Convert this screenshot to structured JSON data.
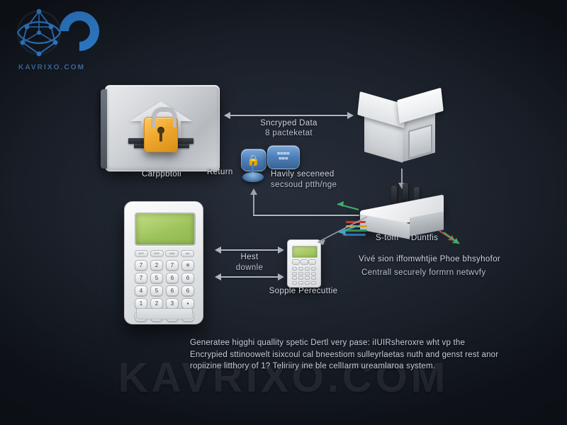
{
  "brand": {
    "name": "KAVRIXO.COM",
    "logo_icon": "network-globe-ring-icon",
    "accent_color": "#2f7fd0",
    "text_color": "#3f6ea8"
  },
  "watermark": {
    "text": "KAVRIXO.COM"
  },
  "background": {
    "color": "#1a2029"
  },
  "nodes": {
    "secured_panel": {
      "label": "Carppbtoli",
      "icons": [
        "house-icon",
        "padlock-icon"
      ],
      "lock_color": "#f0a82e"
    },
    "house": {
      "label": "",
      "icon": "house-3d-icon"
    },
    "router": {
      "label_left": "S-tom",
      "label_right": "Duntfis",
      "icon": "wireless-router-icon",
      "antenna_count": 3
    },
    "keypad_large": {
      "icon": "alarm-keypad-icon",
      "screen_color": "#9dc45c",
      "function_keys": [
        "BYP",
        "BYR",
        "KBA",
        "dat"
      ],
      "key_rows": [
        [
          "7",
          "2",
          "7",
          "✳"
        ],
        [
          "7",
          "5",
          "6",
          "6"
        ],
        [
          "4",
          "5",
          "6",
          "6"
        ],
        [
          "1",
          "2",
          "3",
          "▪"
        ],
        [
          "▪",
          "0",
          "▪",
          "⏎"
        ]
      ]
    },
    "keypad_small": {
      "label": "Sopple Perecuttie",
      "icon": "small-keypad-icon",
      "screen_color": "#93bb52"
    },
    "cloud_badges": {
      "lock_badge_icon": "secure-lock-badge-icon",
      "code_badge_icon": "encrypted-code-badge-icon",
      "code_glyph_top": "⌗⌗⌗⌗",
      "code_glyph_bottom": "⌗⌗⌗",
      "hub_icon": "network-hub-icon"
    }
  },
  "connections": {
    "top": {
      "line1": "Sncryped Data",
      "line2": "8 pacteketat",
      "direction": "bidirectional"
    },
    "return": {
      "label": "Return"
    },
    "secure_channel": {
      "line1": "Havily seceneed",
      "line2": "secsoud ptth/nge"
    },
    "host": {
      "line1": "Hest",
      "line2": "downle",
      "direction": "bidirectional"
    },
    "network_note": {
      "line1": "Vivé sion iffomwhtjie Phoe bhsyhofor",
      "line2": "Centrall securely formrn netwvfy"
    }
  },
  "caption": {
    "line1": "Generatee higghi quallity spetic Dertl very pase: iIUIRsheroxre wht vp the",
    "line2": "Encrypied sttinoowelt isixcoul cal bneestiom sulleyrlaetas nuth and genst rest anor",
    "line3": "ropiizine litthory of 1? Teliriiry ine ble cellIarm ureamlaroa  system."
  }
}
